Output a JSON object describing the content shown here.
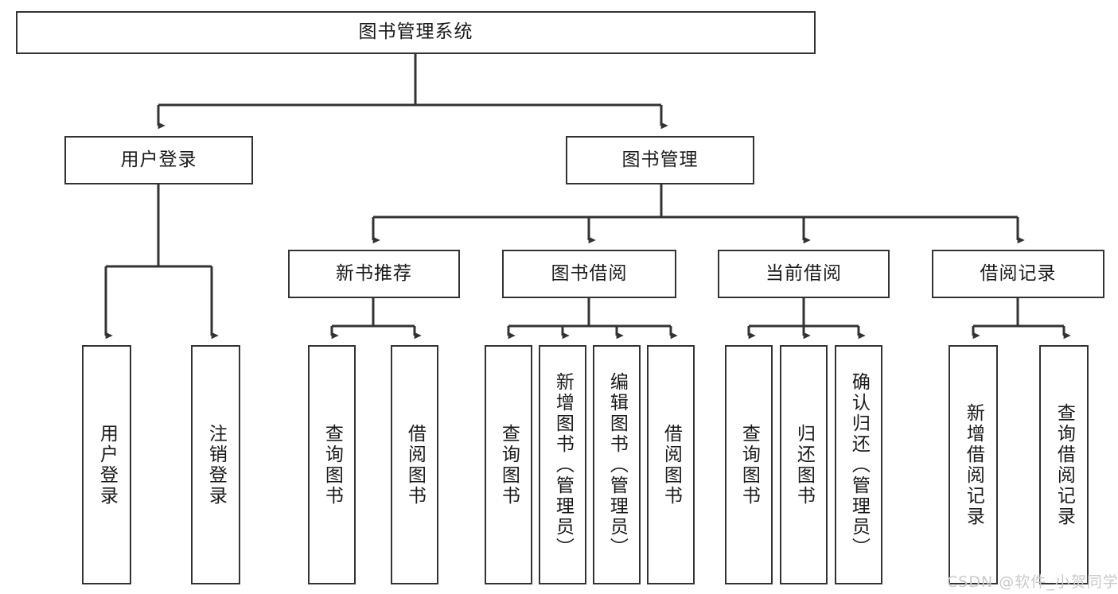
{
  "diagram": {
    "type": "tree-hierarchy",
    "title": "图书管理系统",
    "root": {
      "id": "root",
      "label": "图书管理系统"
    },
    "level2": [
      {
        "id": "user-login",
        "label": "用户登录"
      },
      {
        "id": "book-manage",
        "label": "图书管理"
      }
    ],
    "level3": [
      {
        "id": "new-book-recommend",
        "label": "新书推荐",
        "parent": "book-manage"
      },
      {
        "id": "book-borrow",
        "label": "图书借阅",
        "parent": "book-manage"
      },
      {
        "id": "current-borrow",
        "label": "当前借阅",
        "parent": "book-manage"
      },
      {
        "id": "borrow-record",
        "label": "借阅记录",
        "parent": "book-manage"
      }
    ],
    "leaves": [
      {
        "id": "leaf-user-login",
        "label": "用户登录",
        "parent": "user-login"
      },
      {
        "id": "leaf-logout-login",
        "label": "注销登录",
        "parent": "user-login"
      },
      {
        "id": "leaf-query-book-1",
        "label": "查询图书",
        "parent": "new-book-recommend"
      },
      {
        "id": "leaf-borrow-book-1",
        "label": "借阅图书",
        "parent": "new-book-recommend"
      },
      {
        "id": "leaf-query-book-2",
        "label": "查询图书",
        "parent": "book-borrow"
      },
      {
        "id": "leaf-add-book",
        "label": "新增图书（管理员）",
        "parent": "book-borrow"
      },
      {
        "id": "leaf-edit-book",
        "label": "编辑图书（管理员）",
        "parent": "book-borrow"
      },
      {
        "id": "leaf-borrow-book-2",
        "label": "借阅图书",
        "parent": "book-borrow"
      },
      {
        "id": "leaf-query-book-3",
        "label": "查询图书",
        "parent": "current-borrow"
      },
      {
        "id": "leaf-return-book",
        "label": "归还图书",
        "parent": "current-borrow"
      },
      {
        "id": "leaf-confirm-return",
        "label": "确认归还（管理员）",
        "parent": "current-borrow"
      },
      {
        "id": "leaf-add-record",
        "label": "新增借阅记录",
        "parent": "borrow-record"
      },
      {
        "id": "leaf-query-record",
        "label": "查询借阅记录",
        "parent": "borrow-record"
      }
    ],
    "colors": {
      "border": "#333333",
      "background": "#ffffff",
      "text": "#1a1a1a",
      "connector": "#333333",
      "watermark": "#c9c9c9"
    }
  },
  "watermark": {
    "text": "CSDN @软件_小贺同学"
  }
}
